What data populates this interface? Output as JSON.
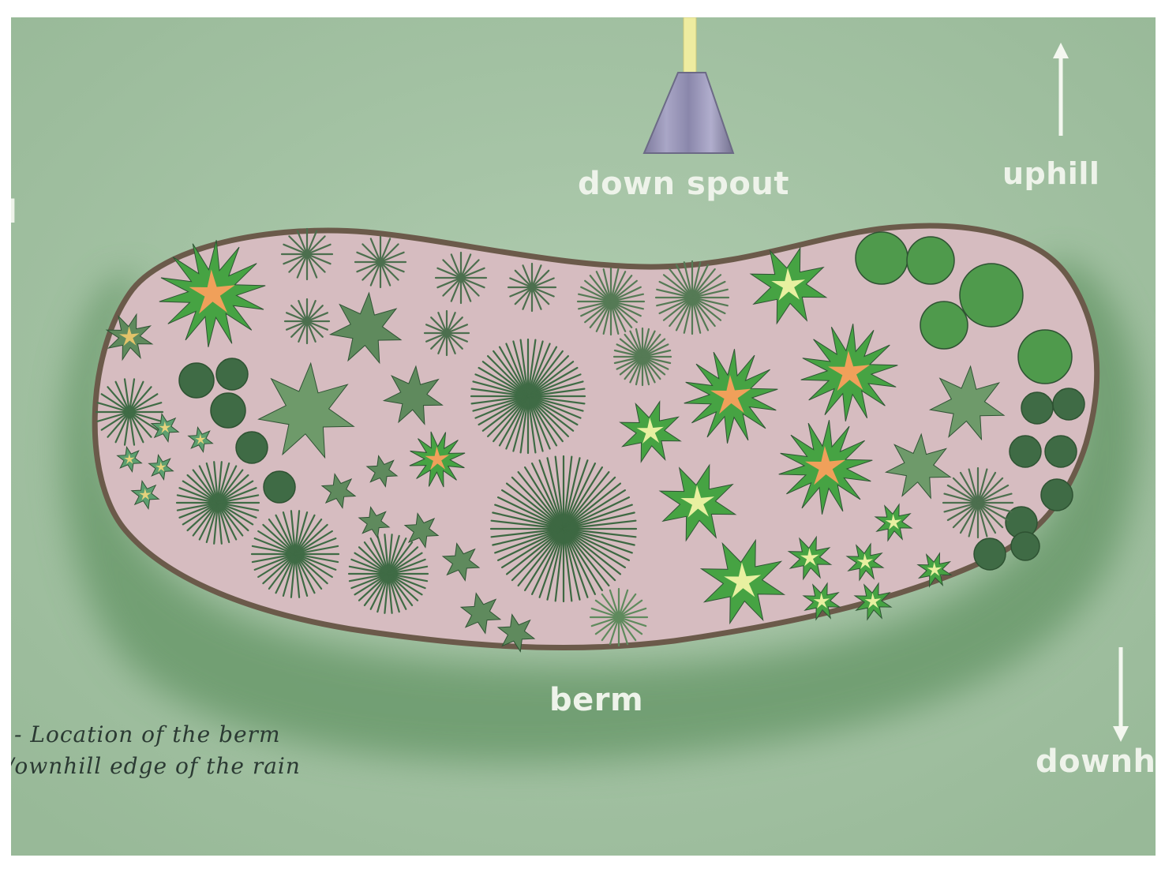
{
  "labels": {
    "down_spout": "down spout",
    "uphill": "uphill",
    "berm": "berm",
    "downhill": "downhi",
    "left_cut": "l"
  },
  "caption": {
    "line_1": "- Location of the berm",
    "line_2": "/ownhill edge of the rain"
  },
  "colors": {
    "background": "#a3c2a3",
    "berm": "#6c9a6e",
    "garden_bed": "#d4b9bd",
    "bed_edge": "#6b5a4a",
    "downspout": "#8e8cae",
    "downspout_pipe": "#f3f2a0",
    "arrow": "#f4f7f0",
    "plant_dark": "#3f6b45",
    "plant_mid": "#5f8a5d",
    "plant_bright": "#46a343",
    "flower_orange": "#f0a05a"
  },
  "icons": {
    "uphill_arrow": "arrow-up-icon",
    "downhill_arrow": "arrow-down-icon",
    "downspout": "downspout-icon"
  }
}
